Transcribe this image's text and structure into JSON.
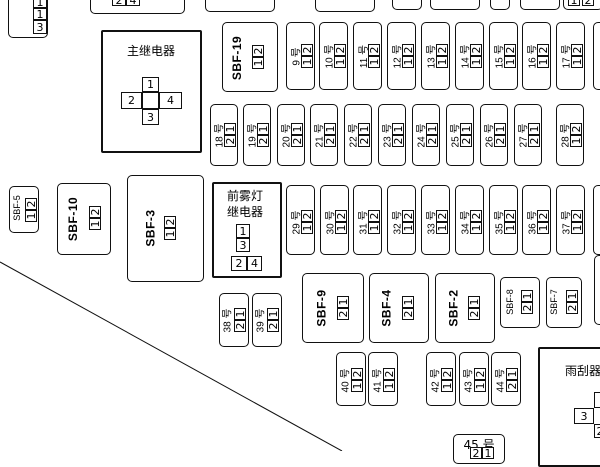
{
  "fuses_top": [
    "9 号",
    "10 号",
    "11 号",
    "12 号",
    "13 号",
    "14 号",
    "15 号",
    "16 号",
    "17 号"
  ],
  "fuses_row2": [
    "18 号",
    "19 号",
    "20 号",
    "21 号",
    "22 号",
    "23 号",
    "24 号",
    "25 号",
    "26 号",
    "27 号",
    "28 号"
  ],
  "fuses_row3": [
    "29 号",
    "30 号",
    "31 号",
    "32 号",
    "33 号",
    "34 号",
    "35 号",
    "36 号",
    "37 号"
  ],
  "fuses_bottom": [
    "38 号",
    "39 号",
    "40 号",
    "41 号",
    "42 号",
    "43 号",
    "44 号",
    "45 号"
  ],
  "sbf": [
    "SBF-19",
    "SBF-5",
    "SBF-10",
    "SBF-3",
    "SBF-9",
    "SBF-4",
    "SBF-2",
    "SBF-8",
    "SBF-7"
  ],
  "relays": {
    "main": "主继电器",
    "fog_line1": "前雾灯",
    "fog_line2": "继电器",
    "wiper": "雨刮器"
  },
  "pins": {
    "p1": "1",
    "p2": "2",
    "p3": "3",
    "p4": "4"
  }
}
